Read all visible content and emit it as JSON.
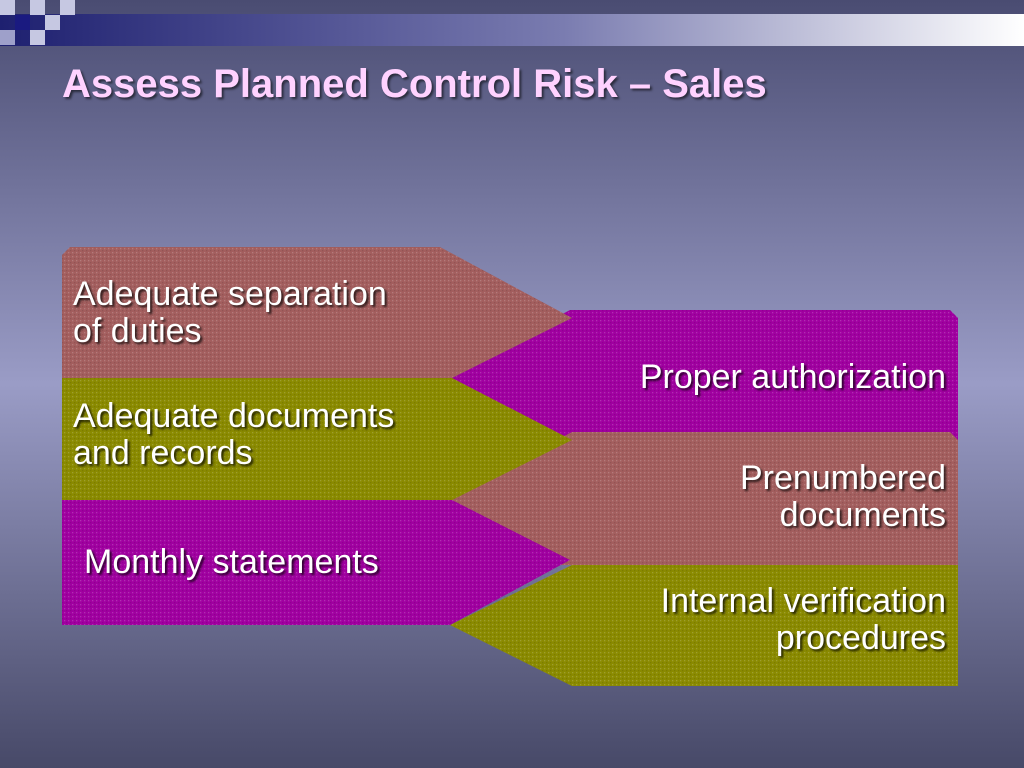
{
  "title": "Assess Planned Control Risk – Sales",
  "colors": {
    "rose": "#a35e5e",
    "magenta": "#a000a0",
    "olive": "#8a8a00",
    "title_text": "#ffd2ff",
    "corner_navy": "#1a1a80"
  },
  "controls": {
    "left": [
      {
        "lines": [
          "Adequate separation",
          "of duties"
        ],
        "color": "rose"
      },
      {
        "lines": [
          "Adequate documents",
          "and records"
        ],
        "color": "olive"
      },
      {
        "lines": [
          "Monthly statements"
        ],
        "color": "magenta"
      }
    ],
    "right": [
      {
        "lines": [
          "Proper authorization"
        ],
        "color": "magenta"
      },
      {
        "lines": [
          "Prenumbered",
          "documents"
        ],
        "color": "rose"
      },
      {
        "lines": [
          "Internal verification",
          "procedures"
        ],
        "color": "olive"
      }
    ]
  }
}
